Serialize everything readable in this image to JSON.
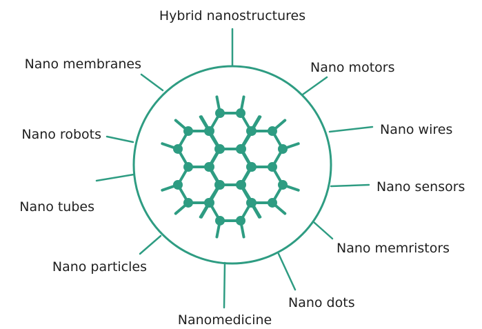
{
  "colors": {
    "accent": "#2e9c82",
    "text": "#1f1f1f",
    "background": "#ffffff"
  },
  "hub_icon": "graphene-hexagon-lattice-icon",
  "labels": [
    "Hybrid nanostructures",
    "Nano motors",
    "Nano wires",
    "Nano sensors",
    "Nano memristors",
    "Nano dots",
    "Nanomedicine",
    "Nano particles",
    "Nano tubes",
    "Nano robots",
    "Nano membranes"
  ]
}
